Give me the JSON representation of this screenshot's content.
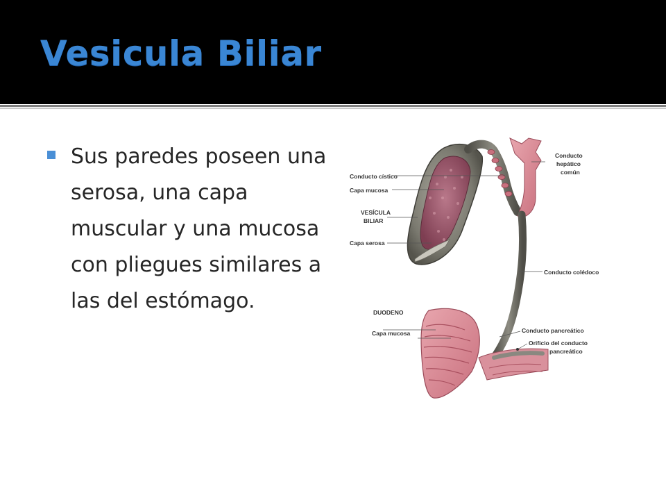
{
  "slide": {
    "title": "Vesicula Biliar",
    "bullet": "Sus paredes poseen una serosa, una capa muscular y una mucosa con pliegues similares a las del estómago."
  },
  "figure": {
    "labels": {
      "conducto_cistico": "Conducto cístico",
      "capa_mucosa_top": "Capa mucosa",
      "vesicula_1": "VESÍCULA",
      "vesicula_2": "BILIAR",
      "capa_serosa": "Capa serosa",
      "duodeno": "DUODENO",
      "capa_mucosa_bottom": "Capa mucosa",
      "hepatico_1": "Conducto",
      "hepatico_2": "hepático",
      "hepatico_3": "común",
      "coledoco": "Conducto colédoco",
      "pancreatico": "Conducto pancreático",
      "orificio_1": "Orificio del conducto",
      "orificio_2": "pancreático"
    }
  },
  "colors": {
    "header_bg": "#000000",
    "title": "#3a86d4",
    "bullet_marker": "#4a8fd6",
    "body_text": "#262626"
  }
}
